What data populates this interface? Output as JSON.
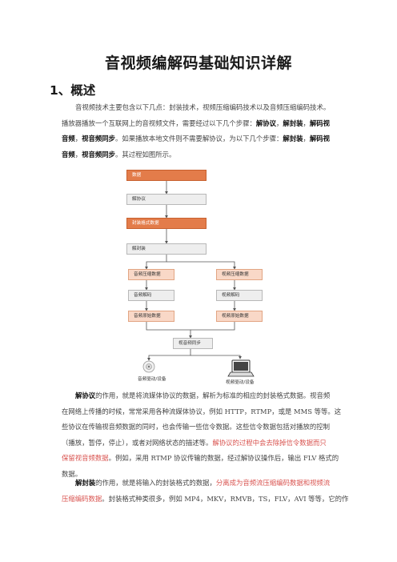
{
  "doc": {
    "title": "音视频编解码基础知识详解",
    "section1": {
      "heading": "1、概述"
    }
  },
  "p1": {
    "l1": "音视频技术主要包含以下几点：封装技术，视频压缩编码技术以及音频压缩编码技术。",
    "l2a": "播放器播放一个互联网上的音视频文件，需要经过以下几个步骤：",
    "l2b": "解协议",
    "l2c": "，",
    "l2d": "解封装",
    "l2e": "，",
    "l2f": "解码视",
    "l3a": "音频",
    "l3b": "，",
    "l3c": "视音频同步",
    "l3d": "。如果播放本地文件则不需要解协议，为以下几个步骤：",
    "l3e": "解封装",
    "l3f": "，",
    "l3g": "解码视",
    "l4a": "音频",
    "l4b": "，",
    "l4c": "视音频同步",
    "l4d": "。其过程如图所示。"
  },
  "flow": {
    "data": "数据",
    "deprotocol": "解协议",
    "container": "封装格式数据",
    "demux": "解封装",
    "audio_comp": "音频压缩数据",
    "video_comp": "视频压缩数据",
    "audio_decode": "音频解码",
    "video_decode": "视频解码",
    "audio_raw": "音频原始数据",
    "video_raw": "视频原始数据",
    "sync": "视音频同步",
    "audio_dev": "音频驱动/设备",
    "video_dev": "视频驱动/设备"
  },
  "p2": {
    "l1a": "解协议",
    "l1b": "的作用，就是将流媒体协议的数据，解析为标准的相应的封装格式数据。视音频",
    "l2": "在网络上传播的时候，常常采用各种流媒体协议，例如 HTTP，RTMP，或是 MMS 等等。这",
    "l3": "些协议在传输视音频数据的同时，也会传输一些信令数据。这些信令数据包括对播放的控制",
    "l4a": "（播放，暂停，停止），或者对网络状态的描述等。",
    "l4b": "解协议的过程中会去除掉信令数据而只",
    "l5a": "保留视音频数据",
    "l5b": "。例如，采用 RTMP 协议传输的数据，经过解协议操作后，输出 FLV 格式的",
    "l6": "数据。"
  },
  "p3": {
    "l1a": "解封装",
    "l1b": "的作用，就是将输入的封装格式的数据，",
    "l1c": "分离成为音频流压缩编码数据和视频流",
    "l2a": "压缩编码数据",
    "l2b": "。封装格式种类很多，例如 MP4，MKV，RMVB，TS，FLV，AVI 等等，它的作"
  },
  "colors": {
    "accent": "#e37c4a",
    "highlight": "#d9534f"
  }
}
